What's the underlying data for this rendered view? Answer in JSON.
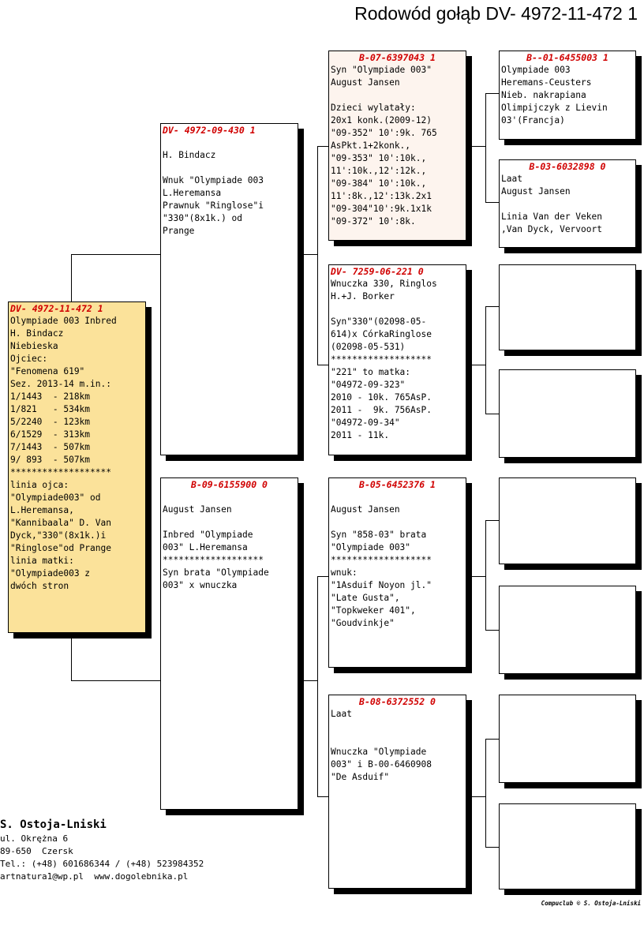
{
  "title": "Rodowód gołąb DV- 4972-11-472 1",
  "colors": {
    "ring": "#d00000",
    "selected_bg": "#fbe29a",
    "grand_bg": "#fdf4ee"
  },
  "pigeon": {
    "ring": "DV- 4972-11-472 1",
    "text": "Olympiade 003 Inbred\nH. Bindacz\nNiebieska\nOjciec:\n\"Fenomena 619\"\nSez. 2013-14 m.in.:\n1/1443  - 218km\n1/821   - 534km\n5/2240  - 123km\n6/1529  - 313km\n7/1443  - 507km\n9/ 893  - 507km\n*******************\nlinia ojca:\n\"Olympiade003\" od\nL.Heremansa,\n\"Kannibaala\" D. Van\nDyck,\"330\"(8x1k.)i\n\"Ringlose\"od Prange\nlinia matki:\n\"Olympiade003 z\ndwóch stron"
  },
  "sire": {
    "ring": "DV- 4972-09-430 1",
    "text": "\nH. Bindacz\n\nWnuk \"Olympiade 003\nL.Heremansa\nPrawnuk \"Ringlose\"i\n\"330\"(8x1k.) od\nPrange"
  },
  "dam": {
    "ring": "B-09-6155900 0",
    "text": "\nAugust Jansen\n\nInbred \"Olympiade\n003\" L.Heremansa\n*******************\nSyn brata \"Olympiade\n003\" x wnuczka"
  },
  "ss": {
    "ring": "B-07-6397043 1",
    "text": "Syn \"Olympiade 003\"\nAugust Jansen\n\nDzieci wylatały:\n20x1 konk.(2009-12)\n\"09-352\" 10':9k. 765\nAsPkt.1+2konk.,\n\"09-353\" 10':10k.,\n11':10k.,12':12k.,\n\"09-384\" 10':10k.,\n11':8k.,12':13k.2x1\n\"09-304\"10':9k.1x1k\n\"09-372\" 10':8k."
  },
  "sd": {
    "ring": "DV- 7259-06-221 0",
    "text": "Wnuczka 330, Ringlos\nH.+J. Borker\n\nSyn\"330\"(02098-05-\n614)x CórkaRinglose\n(02098-05-531)\n*******************\n\"221\" to matka:\n\"04972-09-323\"\n2010 - 10k. 765AsP.\n2011 -  9k. 756AsP.\n\"04972-09-34\"\n2011 - 11k."
  },
  "ds": {
    "ring": "B-05-6452376 1",
    "text": "\nAugust Jansen\n\nSyn \"858-03\" brata\n\"Olympiade 003\"\n*******************\nwnuk:\n\"1Asduif Noyon jl.\"\n\"Late Gusta\",\n\"Topkweker 401\",\n\"Goudvinkje\""
  },
  "dd": {
    "ring": "B-08-6372552 0",
    "text": "Laat\n\n\nWnuczka \"Olympiade\n003\" i B-00-6460908\n\"De Asduif\""
  },
  "sss": {
    "ring": "B--01-6455003 1",
    "text": "Olympiade 003\nHeremans-Ceusters\nNieb. nakrapiana\nOlimpijczyk z Lievin\n03'(Francja)"
  },
  "ssd": {
    "ring": "B-03-6032898 0",
    "text": "Laat\nAugust Jansen\n\nLinia Van der Veken\n,Van Dyck, Vervoort"
  },
  "owner": {
    "name": "S. Ostoja-Lniski",
    "street": "ul. Okrężna 6",
    "city": "89-650  Czersk",
    "phone": "Tel.: (+48) 601686344 / (+48) 523984352",
    "web": "artnatura1@wp.pl  www.dogolebnika.pl"
  },
  "credit": "Compuclub © S. Ostoja-Lniski"
}
